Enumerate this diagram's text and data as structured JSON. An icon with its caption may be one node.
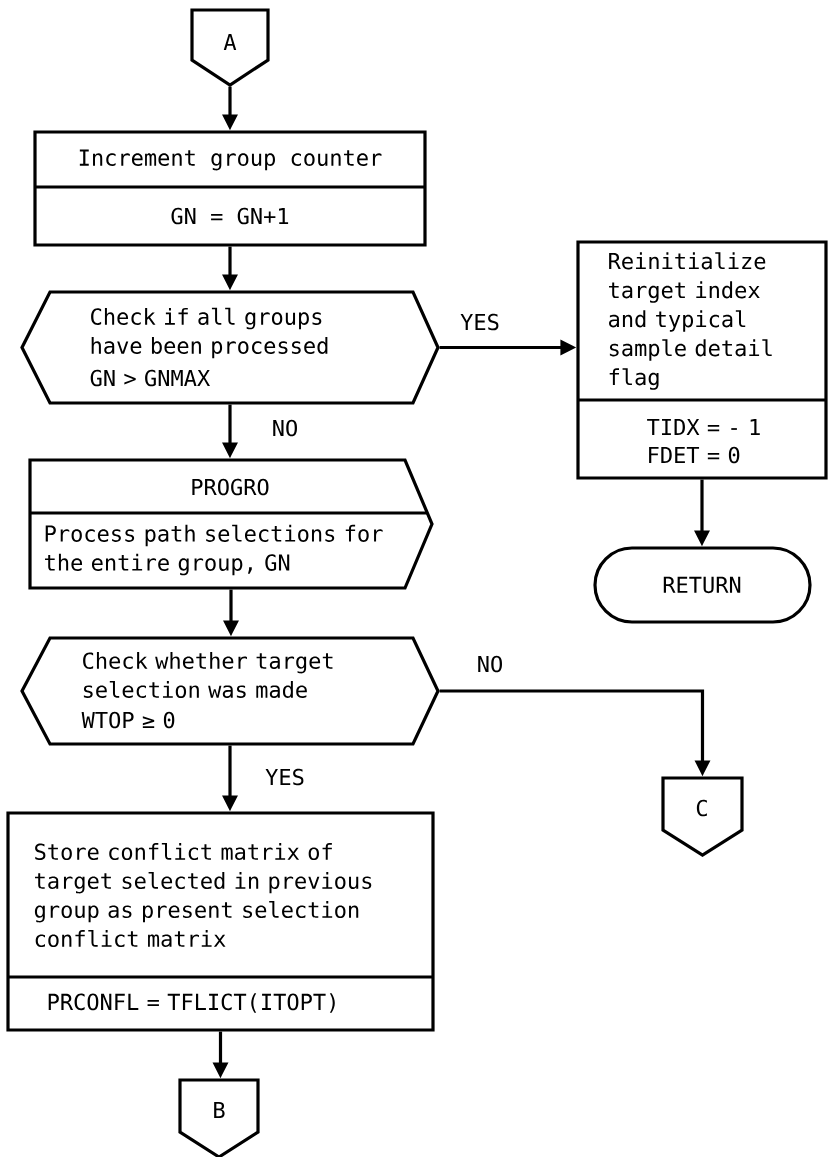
{
  "diagram": {
    "nodes": [
      {
        "text": [
          "A"
        ]
      },
      {
        "text": [
          "Increment group counter",
          "GN = GN+1"
        ]
      },
      {
        "text": [
          "Check if all groups have been processed",
          "GN > GNMAX"
        ]
      },
      {
        "text": [
          "Reinitialize target index and typical sample detail flag",
          "TIDX = - 1",
          "FDET = 0"
        ]
      },
      {
        "text": [
          "RETURN"
        ]
      },
      {
        "text": [
          "PROGRO",
          "Process path selections for the entire group, GN"
        ]
      },
      {
        "text": [
          "Check whether target selection was made",
          "WTOP ≥ 0"
        ]
      },
      {
        "text": [
          "C"
        ]
      },
      {
        "text": [
          "Store conflict matrix of target selected in previous group as present selection conflict matrix",
          "PRCONFL = TFLICT(ITOPT)"
        ]
      },
      {
        "text": [
          "B"
        ]
      }
    ],
    "edges": [
      {
        "from": 0,
        "to": 1,
        "arrow": "to"
      },
      {
        "from": 1,
        "to": 2,
        "arrow": "to"
      },
      {
        "from": 2,
        "to": 3,
        "arrow": "to",
        "label": "YES"
      },
      {
        "from": 2,
        "to": 5,
        "arrow": "to",
        "label": "NO"
      },
      {
        "from": 3,
        "to": 4,
        "arrow": "to"
      },
      {
        "from": 5,
        "to": 6,
        "arrow": "to"
      },
      {
        "from": 6,
        "to": 7,
        "arrow": "to",
        "label": "NO"
      },
      {
        "from": 6,
        "to": 8,
        "arrow": "to",
        "label": "YES"
      },
      {
        "from": 8,
        "to": 9,
        "arrow": "to"
      }
    ]
  }
}
